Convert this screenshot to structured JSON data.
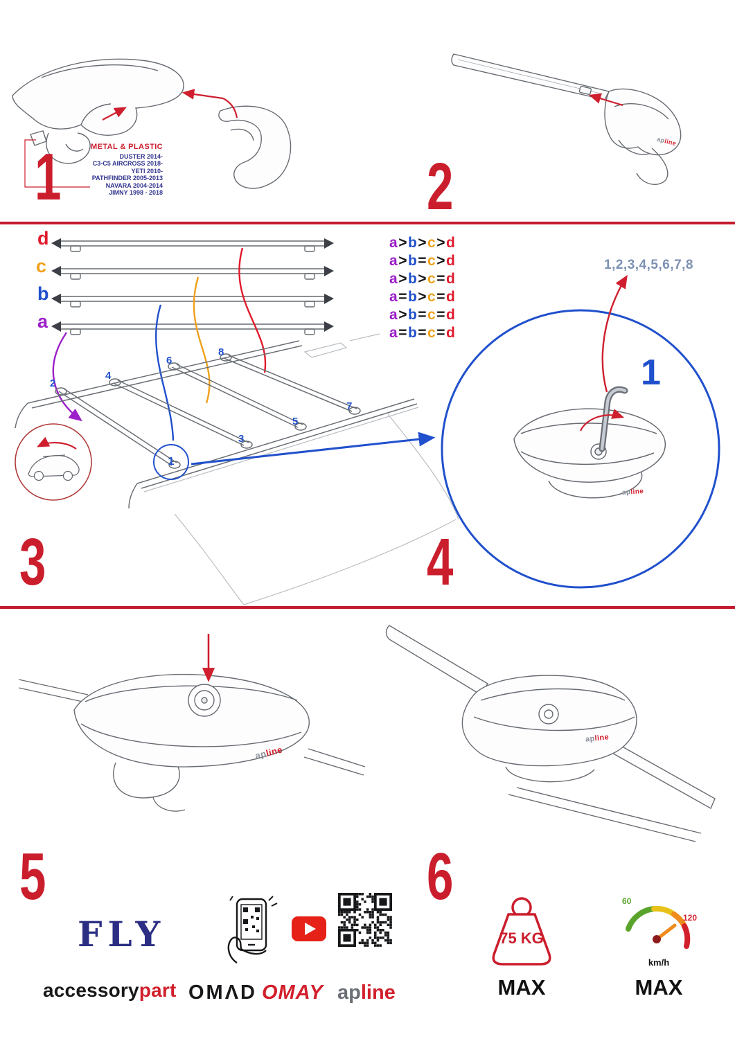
{
  "brand": {
    "ap": "ap",
    "line": "line"
  },
  "step1": {
    "num": "1",
    "title": "METAL & PLASTIC",
    "models": [
      "DUSTER 2014-",
      "C3-C5 AIRCROSS 2018-",
      "YETI 2010-",
      "PATHFINDER 2005-2013",
      "NAVARA 2004-2014",
      "JIMNY 1998 - 2018"
    ]
  },
  "step2": {
    "num": "2"
  },
  "step3": {
    "num": "3",
    "bar_labels": [
      {
        "ch": "d",
        "color": "#e01b2c"
      },
      {
        "ch": "c",
        "color": "#f0a11b"
      },
      {
        "ch": "b",
        "color": "#2050cc"
      },
      {
        "ch": "a",
        "color": "#9c1fc9"
      }
    ],
    "comparisons": [
      "a>b>c>d",
      "a>b=c>d",
      "a>b>c=d",
      "a=b>c=d",
      "a>b=c=d",
      "a=b=c=d"
    ],
    "letter_colors": {
      "a": "#9c1fc9",
      "b": "#2050cc",
      "c": "#f0a11b",
      "d": "#e01b2c"
    },
    "operator_color": "#17181a",
    "sequence": "1,2,3,4,5,6,7,8",
    "positions": [
      "1",
      "2",
      "3",
      "4",
      "5",
      "6",
      "7",
      "8"
    ]
  },
  "step4": {
    "num": "4",
    "callout": "1"
  },
  "step5": {
    "num": "5"
  },
  "step6": {
    "num": "6"
  },
  "footer": {
    "fly": "FLY",
    "accessory": "accessory",
    "part": "part",
    "omad": "OMΛD",
    "omay": "OMAY"
  },
  "badges": {
    "weight_value": "75 KG",
    "weight_max": "MAX",
    "speed_low": "60",
    "speed_high": "120",
    "speed_unit": "km/h",
    "speed_max": "MAX"
  }
}
